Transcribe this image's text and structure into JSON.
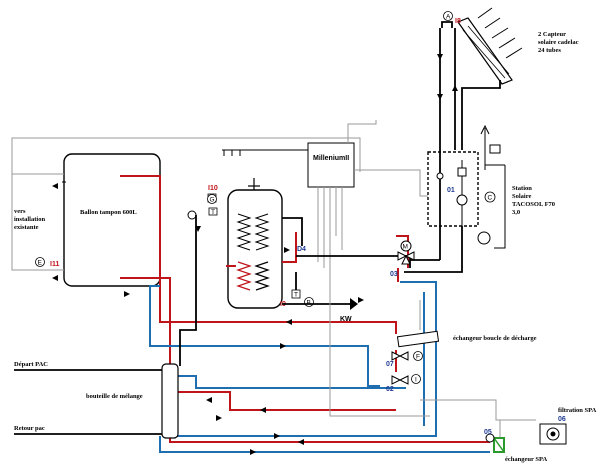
{
  "labels": {
    "solar_collector": "2 Capteur solaire cadelac 24 tubes",
    "solar_station": "Station Solaire TACOSOL F70 3,0",
    "buffer_tank": "Ballon tampon 600L",
    "existing_install": "vers installation existante",
    "controller": "MilleniumII",
    "discharge_exchanger": "échangeur boucle de décharge",
    "depart_pac": "Départ PAC",
    "retour_pac": "Retour pac",
    "mixing_bottle": "bouteille de mélange",
    "filtration_spa": "filtration SPA",
    "spa_exchanger": "échangeur SPA",
    "cold_water": "KW"
  },
  "tags": {
    "i8": "I8",
    "i10": "I10",
    "i11": "I11",
    "i9": "I9",
    "d1": "01",
    "d4": "D4",
    "d3": "03",
    "d7": "07",
    "d2": "02",
    "d5": "05",
    "d6": "06"
  },
  "circle_letters": {
    "a": "A",
    "c": "C",
    "e": "E",
    "g": "G",
    "b": "B",
    "m": "M",
    "f": "F",
    "i": "I",
    "t": "T"
  },
  "colors": {
    "hot": "#c0141b",
    "cold": "#1f6fb0",
    "line": "#000000",
    "grey": "#9a9a9a"
  }
}
